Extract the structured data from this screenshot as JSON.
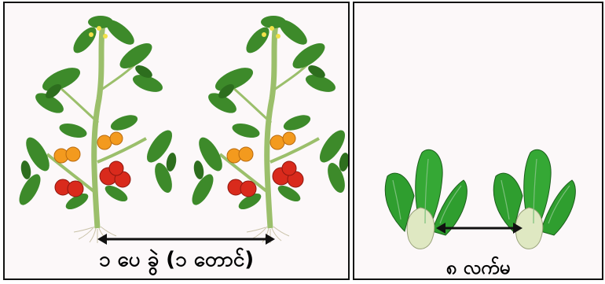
{
  "left_panel": {
    "caption": "၁ ပေ ခွဲ (၁ တောင်)",
    "plant": "tomato-plant",
    "colors": {
      "stem": "#9bbf6b",
      "leaf": "#3d8a2a",
      "ripe": "#d92a1c",
      "unripe": "#f39a1e"
    }
  },
  "right_panel": {
    "caption": "၈ လက်မ",
    "plant": "bok-choy",
    "colors": {
      "leaf": "#2f9e2f",
      "base": "#dfe8c2"
    }
  },
  "arrow_color": "#111111"
}
